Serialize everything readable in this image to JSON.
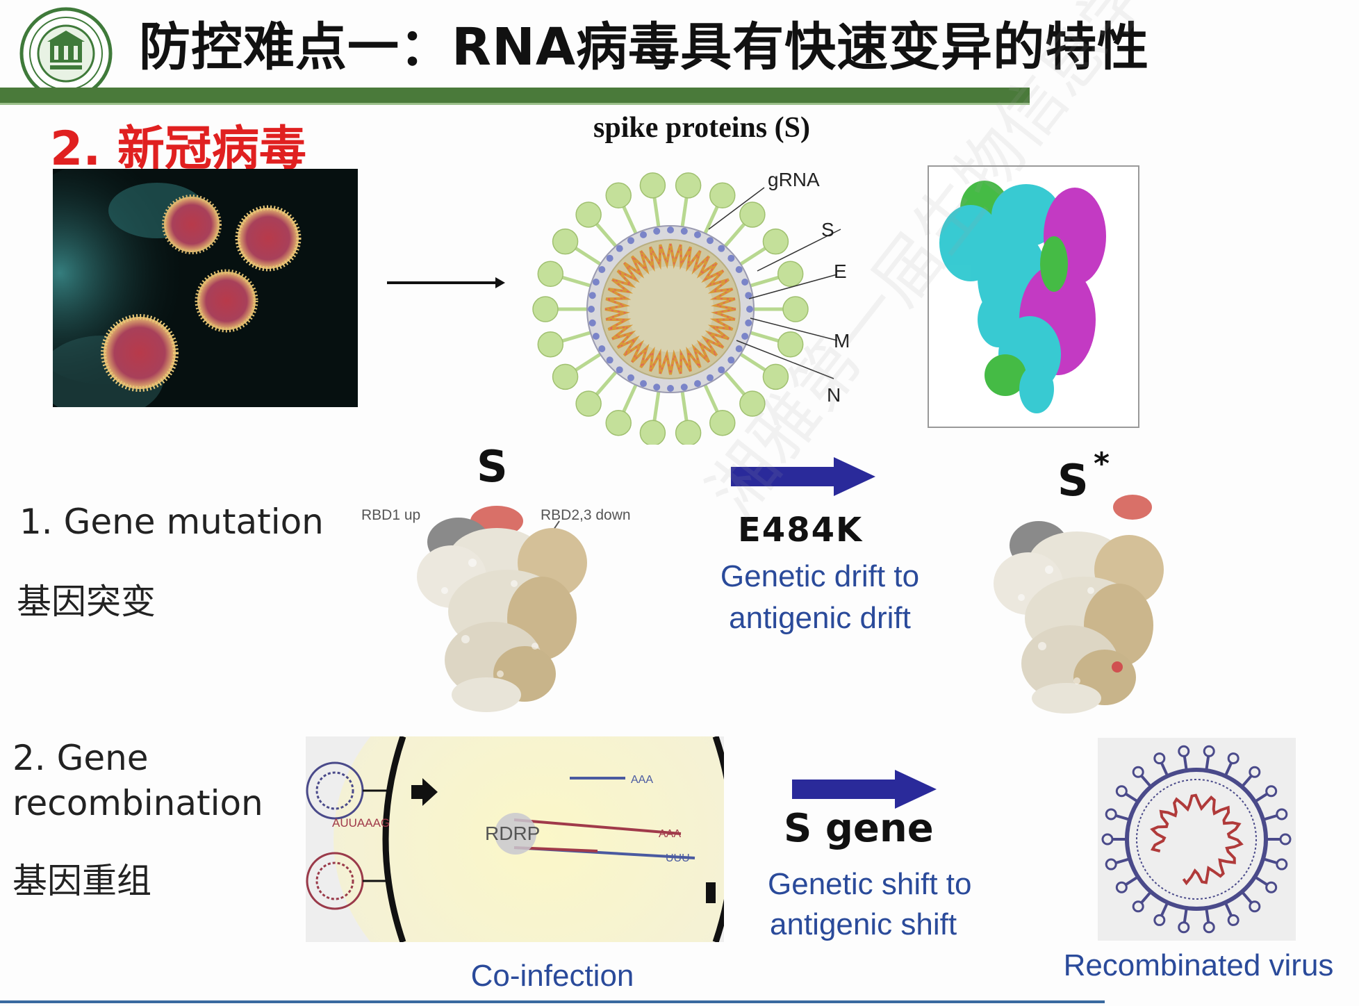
{
  "header": {
    "title": "防控难点一：RNA病毒具有快速变异的特性",
    "logo_icon": "university-seal-icon"
  },
  "section": {
    "label": "2. 新冠病毒"
  },
  "virion_diagram": {
    "title": "spike proteins (S)",
    "labels": [
      "gRNA",
      "S",
      "E",
      "M",
      "N"
    ]
  },
  "gene_mutation": {
    "title_en": "1. Gene mutation",
    "title_zh": "基因突变",
    "s_label": "S",
    "s_mut_label": "S",
    "s_mut_star": "*",
    "rbd_up": "RBD1 up",
    "rbd_down": "RBD2,3 down",
    "mutation": "E484K",
    "desc_line1": "Genetic drift to",
    "desc_line2": "antigenic drift"
  },
  "gene_recombination": {
    "title_en_line1": "2. Gene",
    "title_en_line2": "recombination",
    "title_zh": "基因重组",
    "rdrp": "RDRP",
    "seq_left": "AUUAAAG",
    "tail_a1": "AAA",
    "tail_a2": "AAA",
    "tail_u": "UUU",
    "gene": "S gene",
    "desc_line1": "Genetic shift to",
    "desc_line2": "antigenic shift",
    "caption_left": "Co-infection",
    "caption_right": "Recombinated virus"
  },
  "colors": {
    "title_bar": "#4a7a3a",
    "section_red": "#e02020",
    "arrow_blue": "#2a2a9a",
    "text_blue": "#2a4a9a"
  },
  "watermark": "湘雅第一届生物信息学论坛"
}
